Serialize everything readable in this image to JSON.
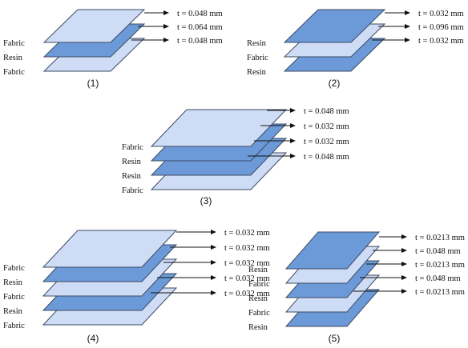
{
  "colors": {
    "fabric": "#cfdcf5",
    "resin": "#6c9ad8",
    "outline": "#3b4a63",
    "text": "#111111"
  },
  "figures": [
    {
      "caption": "(1)",
      "layers": [
        {
          "material": "Fabric",
          "thickness": "t = 0.048 mm"
        },
        {
          "material": "Resin",
          "thickness": "t = 0.064 mm"
        },
        {
          "material": "Fabric",
          "thickness": "t = 0.048 mm"
        }
      ]
    },
    {
      "caption": "(2)",
      "layers": [
        {
          "material": "Resin",
          "thickness": "t = 0.032 mm"
        },
        {
          "material": "Fabric",
          "thickness": "t = 0.096 mm"
        },
        {
          "material": "Resin",
          "thickness": "t = 0.032 mm"
        }
      ]
    },
    {
      "caption": "(3)",
      "layers": [
        {
          "material": "Fabric",
          "thickness": "t = 0.048 mm"
        },
        {
          "material": "Resin",
          "thickness": "t = 0.032 mm"
        },
        {
          "material": "Resin",
          "thickness": "t = 0.032 mm"
        },
        {
          "material": "Fabric",
          "thickness": "t = 0.048 mm"
        }
      ]
    },
    {
      "caption": "(4)",
      "layers": [
        {
          "material": "Fabric",
          "thickness": "t = 0.032 mm"
        },
        {
          "material": "Resin",
          "thickness": "t = 0.032 mm"
        },
        {
          "material": "Fabric",
          "thickness": "t = 0.032 mm"
        },
        {
          "material": "Resin",
          "thickness": "t = 0.032 mm"
        },
        {
          "material": "Fabric",
          "thickness": "t = 0.032 mm"
        }
      ]
    },
    {
      "caption": "(5)",
      "layers": [
        {
          "material": "Resin",
          "thickness": "t = 0.0213 mm"
        },
        {
          "material": "Fabric",
          "thickness": "t = 0.048 mm"
        },
        {
          "material": "Resin",
          "thickness": "t = 0.0213 mm"
        },
        {
          "material": "Fabric",
          "thickness": "t = 0.048 mm"
        },
        {
          "material": "Resin",
          "thickness": "t = 0.0213 mm"
        }
      ]
    }
  ]
}
